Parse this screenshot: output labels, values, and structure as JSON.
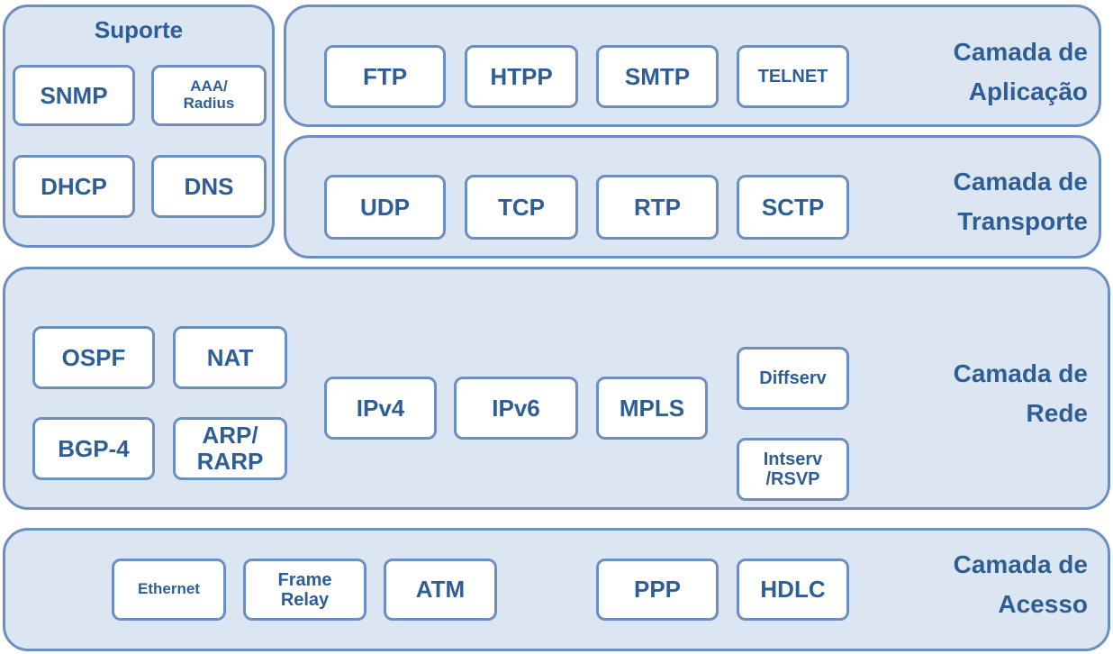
{
  "support": {
    "title": "Suporte",
    "boxes": [
      "SNMP",
      "AAA/\nRadius",
      "DHCP",
      "DNS"
    ]
  },
  "application": {
    "label": "Camada de\nAplicação",
    "boxes": [
      "FTP",
      "HTPP",
      "SMTP",
      "TELNET"
    ]
  },
  "transport": {
    "label": "Camada de\nTransporte",
    "boxes": [
      "UDP",
      "TCP",
      "RTP",
      "SCTP"
    ]
  },
  "network": {
    "label": "Camada de\nRede",
    "boxes": [
      "OSPF",
      "NAT",
      "BGP-4",
      "ARP/\nRARP",
      "IPv4",
      "IPv6",
      "MPLS",
      "Diffserv",
      "Intserv\n/RSVP"
    ]
  },
  "access": {
    "label": "Camada de\nAcesso",
    "boxes": [
      "Ethernet",
      "Frame\nRelay",
      "ATM",
      "PPP",
      "HDLC"
    ]
  },
  "colors": {
    "panel_fill": "#dce6f2",
    "border": "#6d8fbf",
    "text": "#2e5e95"
  }
}
